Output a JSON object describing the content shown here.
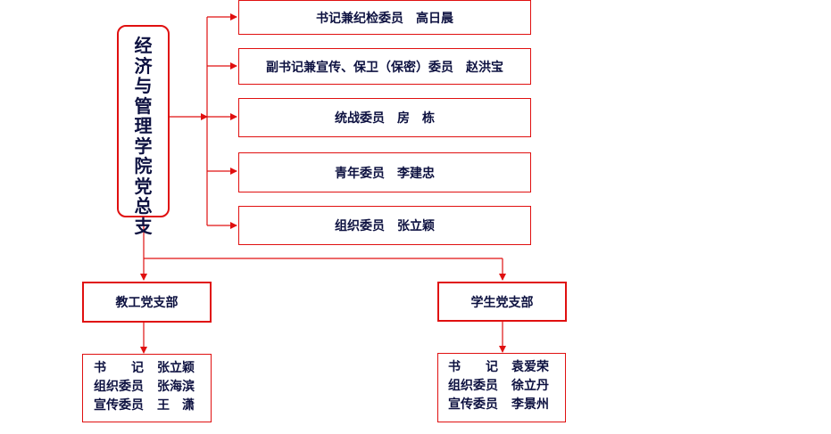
{
  "root": {
    "title": "经济与管理学院党总支"
  },
  "committee": [
    {
      "role": "书记兼纪检委员",
      "name": "高日晨"
    },
    {
      "role": "副书记兼宣传、保卫（保密）委员",
      "name": "赵洪宝"
    },
    {
      "role": "统战委员",
      "name": "房　栋"
    },
    {
      "role": "青年委员",
      "name": "李建忠"
    },
    {
      "role": "组织委员",
      "name": "张立颖"
    }
  ],
  "branches": [
    {
      "title": "教工党支部",
      "members": [
        {
          "role": "书　　记",
          "name": "张立颖"
        },
        {
          "role": "组织委员",
          "name": "张海滨"
        },
        {
          "role": "宣传委员",
          "name": "王　潇"
        }
      ]
    },
    {
      "title": "学生党支部",
      "members": [
        {
          "role": "书　　记",
          "name": "袁爱荣"
        },
        {
          "role": "组织委员",
          "name": "徐立丹"
        },
        {
          "role": "宣传委员",
          "name": "李景州"
        }
      ]
    }
  ],
  "colors": {
    "line": "#e01010",
    "text": "#0d1140"
  }
}
